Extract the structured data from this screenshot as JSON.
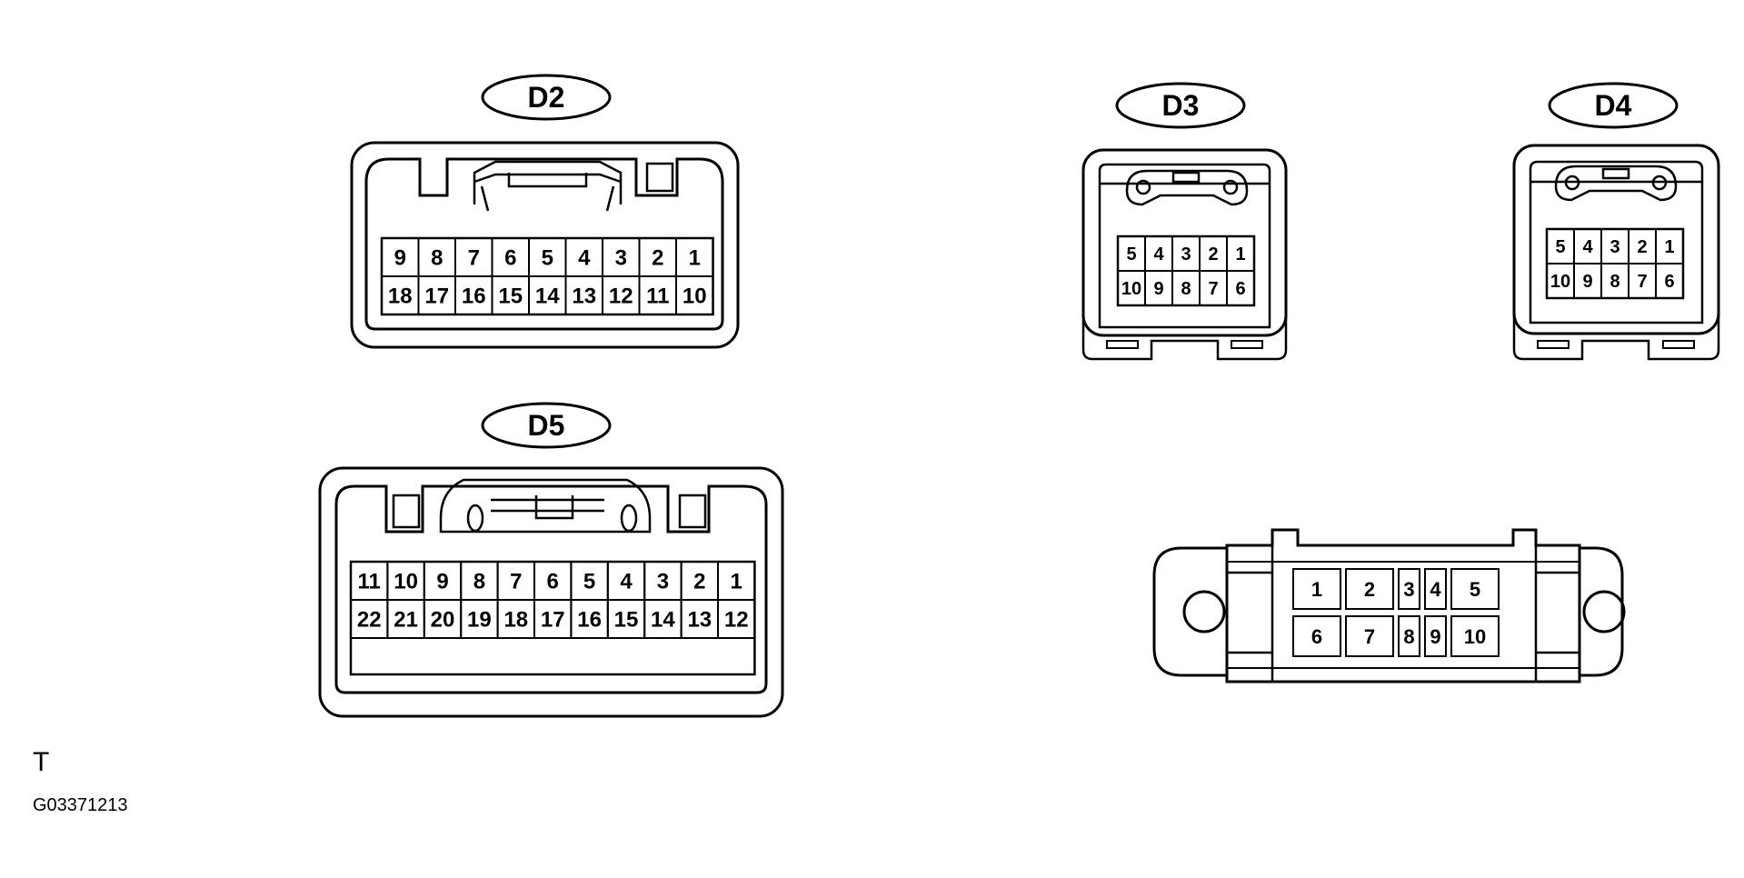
{
  "connectors": [
    {
      "label": "D2",
      "rows": [
        [
          "9",
          "8",
          "7",
          "6",
          "5",
          "4",
          "3",
          "2",
          "1"
        ],
        [
          "18",
          "17",
          "16",
          "15",
          "14",
          "13",
          "12",
          "11",
          "10"
        ]
      ]
    },
    {
      "label": "D3",
      "rows": [
        [
          "5",
          "4",
          "3",
          "2",
          "1"
        ],
        [
          "10",
          "9",
          "8",
          "7",
          "6"
        ]
      ]
    },
    {
      "label": "D4",
      "rows": [
        [
          "5",
          "4",
          "3",
          "2",
          "1"
        ],
        [
          "10",
          "9",
          "8",
          "7",
          "6"
        ]
      ]
    },
    {
      "label": "D5",
      "rows": [
        [
          "11",
          "10",
          "9",
          "8",
          "7",
          "6",
          "5",
          "4",
          "3",
          "2",
          "1"
        ],
        [
          "22",
          "21",
          "20",
          "19",
          "18",
          "17",
          "16",
          "15",
          "14",
          "13",
          "12"
        ]
      ]
    },
    {
      "label": "",
      "rows": [
        [
          "1",
          "2",
          "3",
          "4",
          "5"
        ],
        [
          "6",
          "7",
          "8",
          "9",
          "10"
        ]
      ]
    }
  ],
  "footer": {
    "mark": "T",
    "code": "G03371213"
  }
}
